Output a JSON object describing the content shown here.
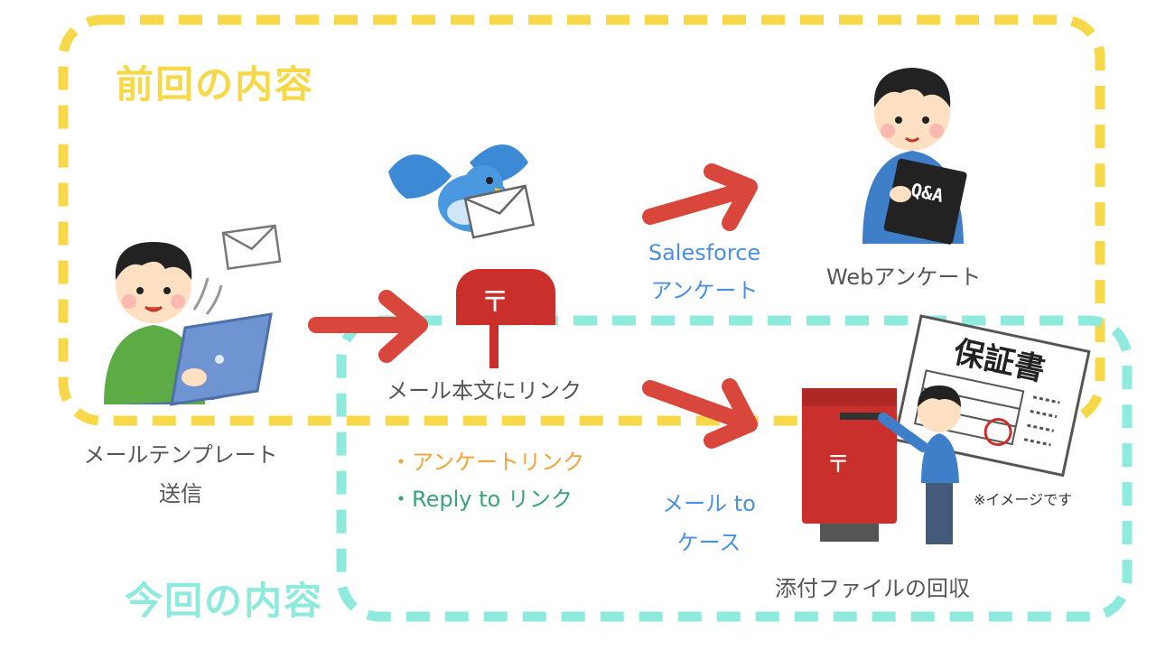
{
  "sections": {
    "previous_title": "前回の内容",
    "current_title": "今回の内容"
  },
  "nodes": {
    "sender_line1": "メールテンプレート",
    "sender_line2": "送信",
    "mailbody_label": "メール本文にリンク",
    "web_survey_label": "Webアンケート",
    "attachment_label": "添付ファイルの回収"
  },
  "arrow_labels": {
    "salesforce_line1": "Salesforce",
    "salesforce_line2": "アンケート",
    "mail_to_case_line1": "メール to",
    "mail_to_case_line2": "ケース"
  },
  "bullets": {
    "survey_link": "・アンケートリンク",
    "reply_link": "・Reply to リンク"
  },
  "illustrations": {
    "clipboard_text": "Q&A",
    "certificate_text": "保証書"
  },
  "note": "※イメージです",
  "colors": {
    "previous_border": "#f7d849",
    "current_border": "#8eeadc",
    "arrow": "#d9463b",
    "salesforce_text": "#4a90e2",
    "survey_link_text": "#f2a33a",
    "reply_link_text": "#3aa37a",
    "label_gray": "#555555",
    "mailbox_red": "#c9302c"
  },
  "icons": [
    "person-laptop-icon",
    "mail-icon",
    "bird-icon",
    "mailbox-icon",
    "arrow-icon",
    "person-clipboard-icon",
    "postbox-icon",
    "certificate-icon"
  ]
}
